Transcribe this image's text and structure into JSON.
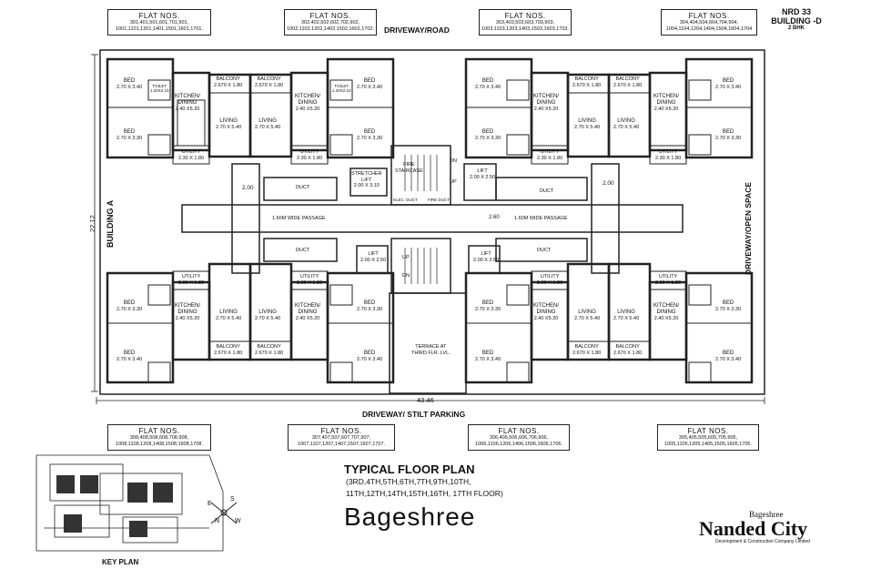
{
  "header": {
    "project": "NRD 33",
    "building": "BUILDING -D",
    "type": "2 BHK"
  },
  "flat_boxes": {
    "top_left": {
      "title": "FLAT NOS.",
      "line1": "301,401,501,601,701,901,",
      "line2": "1001,1101,1201,1401,1501,1601,1701."
    },
    "top_mid_left": {
      "title": "FLAT NOS.",
      "line1": "302,402,502,602,702,902,",
      "line2": "1002,1102,1202,1402,1502,1602,1702."
    },
    "top_mid_right": {
      "title": "FLAT NOS.",
      "line1": "303,403,503,603,703,903,",
      "line2": "1003,1103,1203,1403,1503,1603,1703."
    },
    "top_right": {
      "title": "FLAT NOS.",
      "line1": "304,404,504,604,704,904,",
      "line2": "1004,1104,1204,1404,1504,1604,1704"
    },
    "bottom_left": {
      "title": "FLAT NOS.",
      "line1": "308,408,508,608,708,908,",
      "line2": "1008,1108,1208,1408,1508,1608,1708."
    },
    "bottom_mid_left": {
      "title": "FLAT NOS.",
      "line1": "307,407,507,607,707,907,",
      "line2": "1007,1107,1207,1407,1507,1607,1707."
    },
    "bottom_mid_right": {
      "title": "FLAT NOS.",
      "line1": "306,406,506,606,706,906,",
      "line2": "1006,1106,1206,1406,1506,1606,1706."
    },
    "bottom_right": {
      "title": "FLAT NOS.",
      "line1": "305,405,505,605,705,905,",
      "line2": "1005,1105,1205,1405,1505,1605,1705."
    }
  },
  "site_labels": {
    "top_road": "DRIVEWAY/ROAD",
    "bottom_road": "DRIVEWAY/ STILT PARKING",
    "right_side": "DRIVEWAY/OPEN SPACE",
    "left_side": "BUILDING A",
    "dim_width": "43.46",
    "dim_height": "22.12",
    "terrace": "TERRACE AT",
    "terrace2": "THIRD FLR. LVL."
  },
  "rooms": {
    "bed_a": "BED",
    "bed_a_dim": "2.70 X 3.40",
    "bed_b": "BED",
    "bed_b_dim": "2.70 X 3.30",
    "kitchen": "KITCHEN/",
    "kitchen2": "DINING",
    "kitchen_dim": "2.40 X5.20",
    "living": "LIVING",
    "living_dim": "2.70 X 5.40",
    "toilet": "TOILET",
    "toilet_dim": "1.20X2.10",
    "balcony": "BALCONY",
    "balcony_dim": "2.670 X 1.80",
    "utility": "UTILITY",
    "utility_dim": "2.30 X 1.80",
    "duct": "DUCT",
    "passage": "1.60M WIDE PASSAGE",
    "lift": "LIFT",
    "lift_dim": "2.00 X 2.50",
    "stretcher_lift": "STRETCHER",
    "stretcher_lift2": "LIFT",
    "stretcher_dim": "2.00 X 3.10",
    "fire_staircase": "FIRE",
    "fire_staircase2": "STAIRCASE",
    "dn": "DN",
    "up": "UP",
    "elec_duct": "ELEC. DUCT",
    "fire_duct": "FIRE DUCT",
    "dim_200": "2.00",
    "dim_260": "2.60"
  },
  "plan_title": {
    "title": "TYPICAL FLOOR PLAN",
    "floors1": "(3RD,4TH,5TH,6TH,7TH,9TH,10TH,",
    "floors2": "11TH,12TH,14TH,15TH,16TH, 17TH FLOOR)",
    "name": "Bageshree"
  },
  "key_plan": {
    "label": "KEY PLAN",
    "compass_n": "N",
    "compass_s": "S",
    "compass_e": "E",
    "compass_w": "W"
  },
  "logo": {
    "sup": "Bageshree",
    "brand": "Nanded City",
    "tagline": "Development & Construction Company Limited"
  }
}
